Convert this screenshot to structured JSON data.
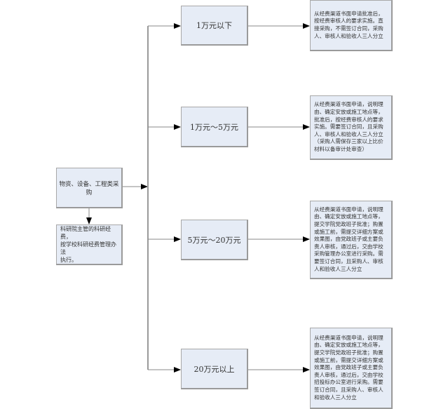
{
  "diagram": {
    "root": {
      "label": "物资、设备、工程类采购"
    },
    "side_note": {
      "label": "科研院主管的科研经费，\n按学校科研经费管理办法\n执行。"
    },
    "tiers": [
      {
        "label": "1万元以下",
        "description": "从经费渠道书面申请批准后，\n按经费审核人的要求实施。直\n接采购，不需签订合同，采购\n人、审核人和验收人三人分立"
      },
      {
        "label": "1万元～5万元",
        "description": "从经费渠道书面申请，说明理\n由、确定安放或施工地点等，\n批准后，按经费审核人的要求\n实施。需要签订合同，且采购\n人、审核人和验收人三人分立\n（采购人需保存三家以上比价\n材料以备审计处审查）"
      },
      {
        "label": "5万元～20万元",
        "description": "从经费渠道书面申请，说明理\n由、确定安放或施工地点等，\n提交学院党政班子批准；购置\n或施工前，需提交详细方案或\n效果图，由党政班子或主要负\n责人审核，通过后，交由学校\n采购管理办公室进行采购。需\n要签订合同，且采购人、审核\n人和验收人三人分立"
      },
      {
        "label": "20万元以上",
        "description": "从经费渠道书面申请，说明理\n由、确定安放或施工地点等，\n提交学院党政班子批准；购置\n或施工前，需提交详细方案或\n效果图，由党政班子或主要负\n责人审核，通过后，交由学校\n招投标办公室进行采购。需要\n签订合同，且采购人、审核人\n和验收人三人分立"
      }
    ]
  }
}
